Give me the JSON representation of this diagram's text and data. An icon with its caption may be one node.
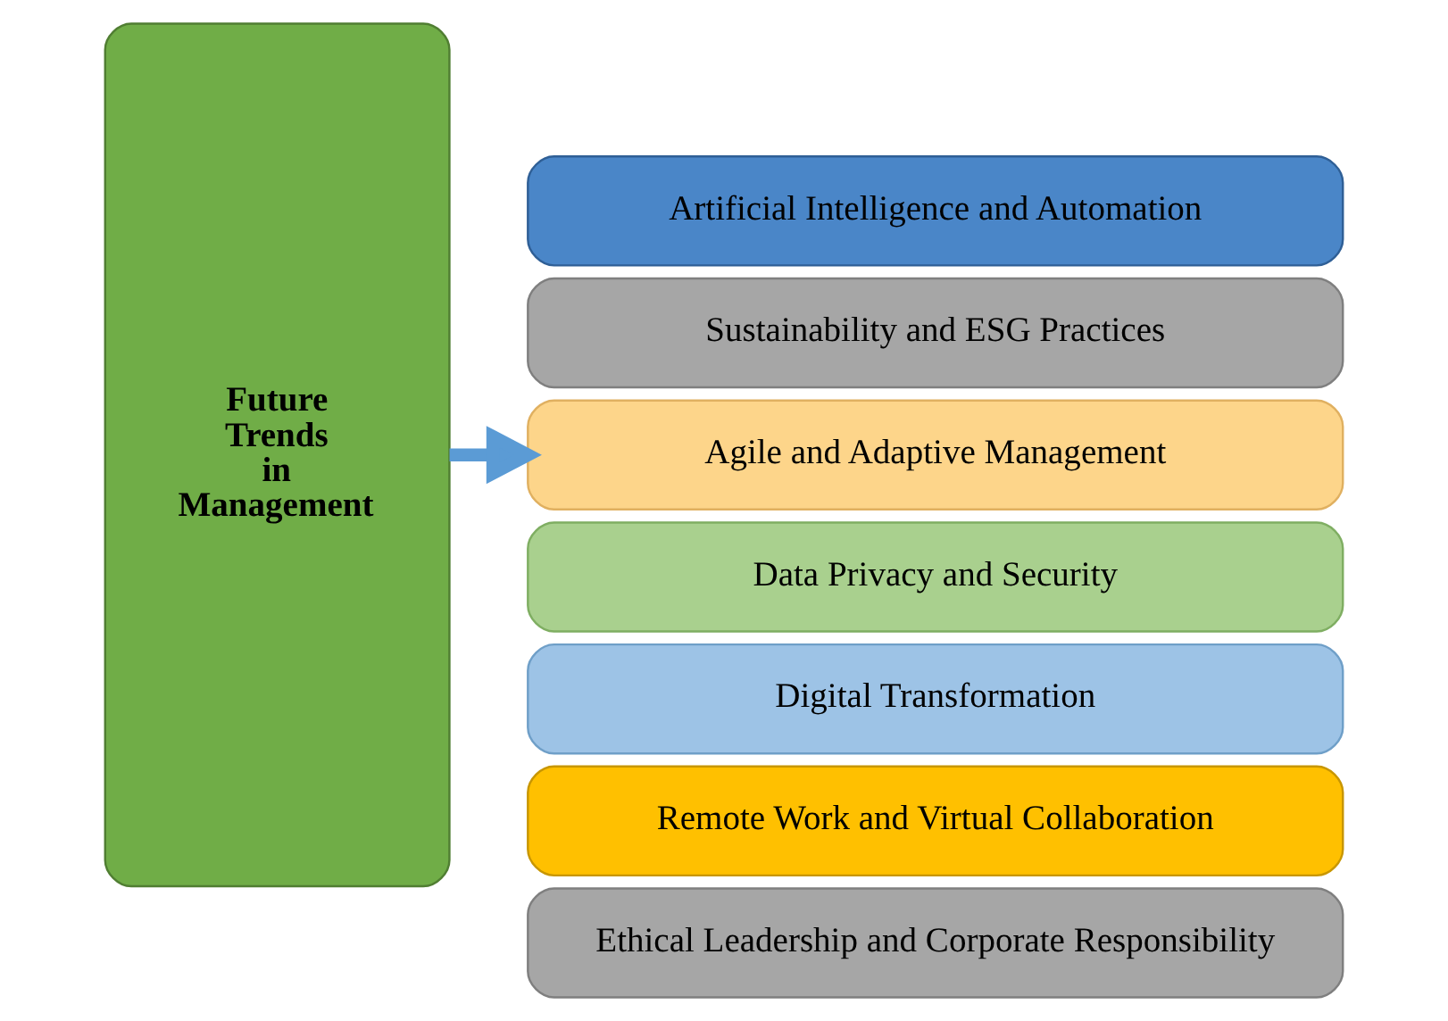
{
  "diagram": {
    "nodes": [
      {
        "text": [
          "Future Trends in Management"
        ]
      },
      {
        "text": [
          "Artificial Intelligence and Automation"
        ]
      },
      {
        "text": [
          "Sustainability and ESG Practices"
        ]
      },
      {
        "text": [
          "Agile and Adaptive Management"
        ]
      },
      {
        "text": [
          "Data Privacy and Security"
        ]
      },
      {
        "text": [
          "Digital Transformation"
        ]
      },
      {
        "text": [
          "Remote Work and Virtual Collaboration"
        ]
      },
      {
        "text": [
          "Ethical Leadership and Corporate Responsibility"
        ]
      }
    ],
    "edges": [
      {
        "from": 0,
        "to": 3,
        "arrow": "to",
        "color": "#5b9bd5"
      }
    ]
  }
}
